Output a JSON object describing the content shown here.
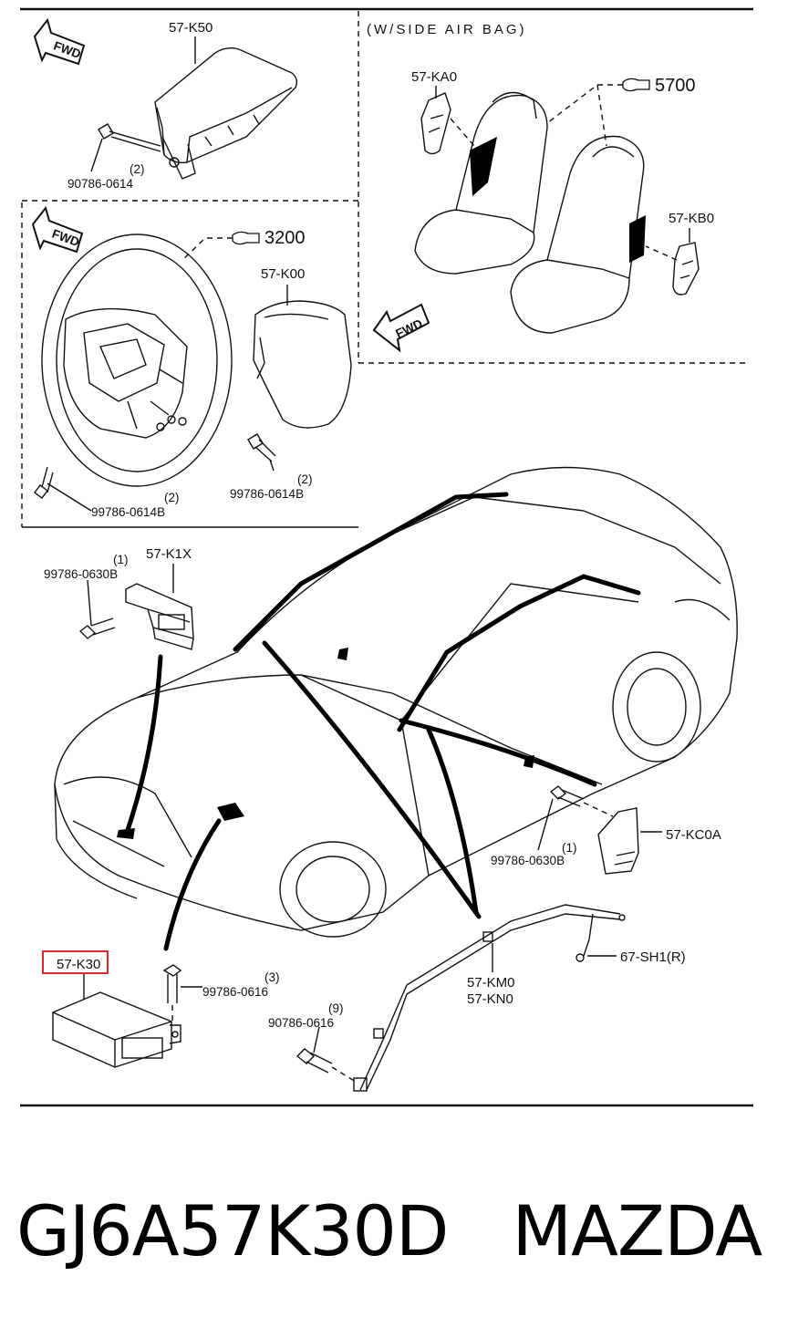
{
  "header_note": "(W/SIDE AIR BAG)",
  "fwd_label": "FWD",
  "caption": {
    "part_number": "GJ6A57K30D",
    "brand": "MAZDA"
  },
  "highlight_color": "#e0262f",
  "labels": {
    "k50": "57-K50",
    "bolt_k50_qty": "(2)",
    "bolt_k50_pn": "90786-0614",
    "ka0": "57-KA0",
    "ref_5700": "5700",
    "kb0": "57-KB0",
    "ref_3200": "3200",
    "k00": "57-K00",
    "bolt_k00_qty": "(2)",
    "bolt_k00_pn": "99786-0614B",
    "bolt_wheel_qty": "(2)",
    "bolt_wheel_pn": "99786-0614B",
    "k1x": "57-K1X",
    "bolt_k1x_qty": "(1)",
    "bolt_k1x_pn": "99786-0630B",
    "kc0a": "57-KC0A",
    "bolt_kc0a_qty": "(1)",
    "bolt_kc0a_pn": "99786-0630B",
    "sh1": "67-SH1(R)",
    "km0": "57-KM0",
    "kn0": "57-KN0",
    "bolt_curtain_qty": "(9)",
    "bolt_curtain_pn": "90786-0616",
    "k30": "57-K30",
    "bolt_k30_qty": "(3)",
    "bolt_k30_pn": "99786-0616"
  }
}
